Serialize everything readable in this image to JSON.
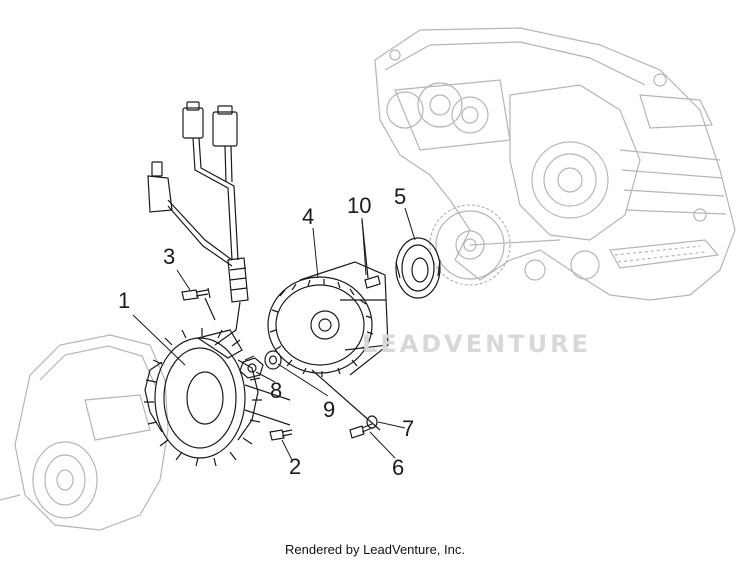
{
  "callouts": [
    {
      "label": "1"
    },
    {
      "label": "2"
    },
    {
      "label": "3"
    },
    {
      "label": "4"
    },
    {
      "label": "5"
    },
    {
      "label": "6"
    },
    {
      "label": "7"
    },
    {
      "label": "8"
    },
    {
      "label": "9"
    },
    {
      "label": "10"
    }
  ],
  "watermark": {
    "text": "LEADVENTURE"
  },
  "footer": {
    "text": "Rendered by LeadVenture, Inc."
  },
  "colors": {
    "line": "#1a1a1a",
    "ghost": "#b5b5b5",
    "watermark": "#d8d8d8"
  }
}
